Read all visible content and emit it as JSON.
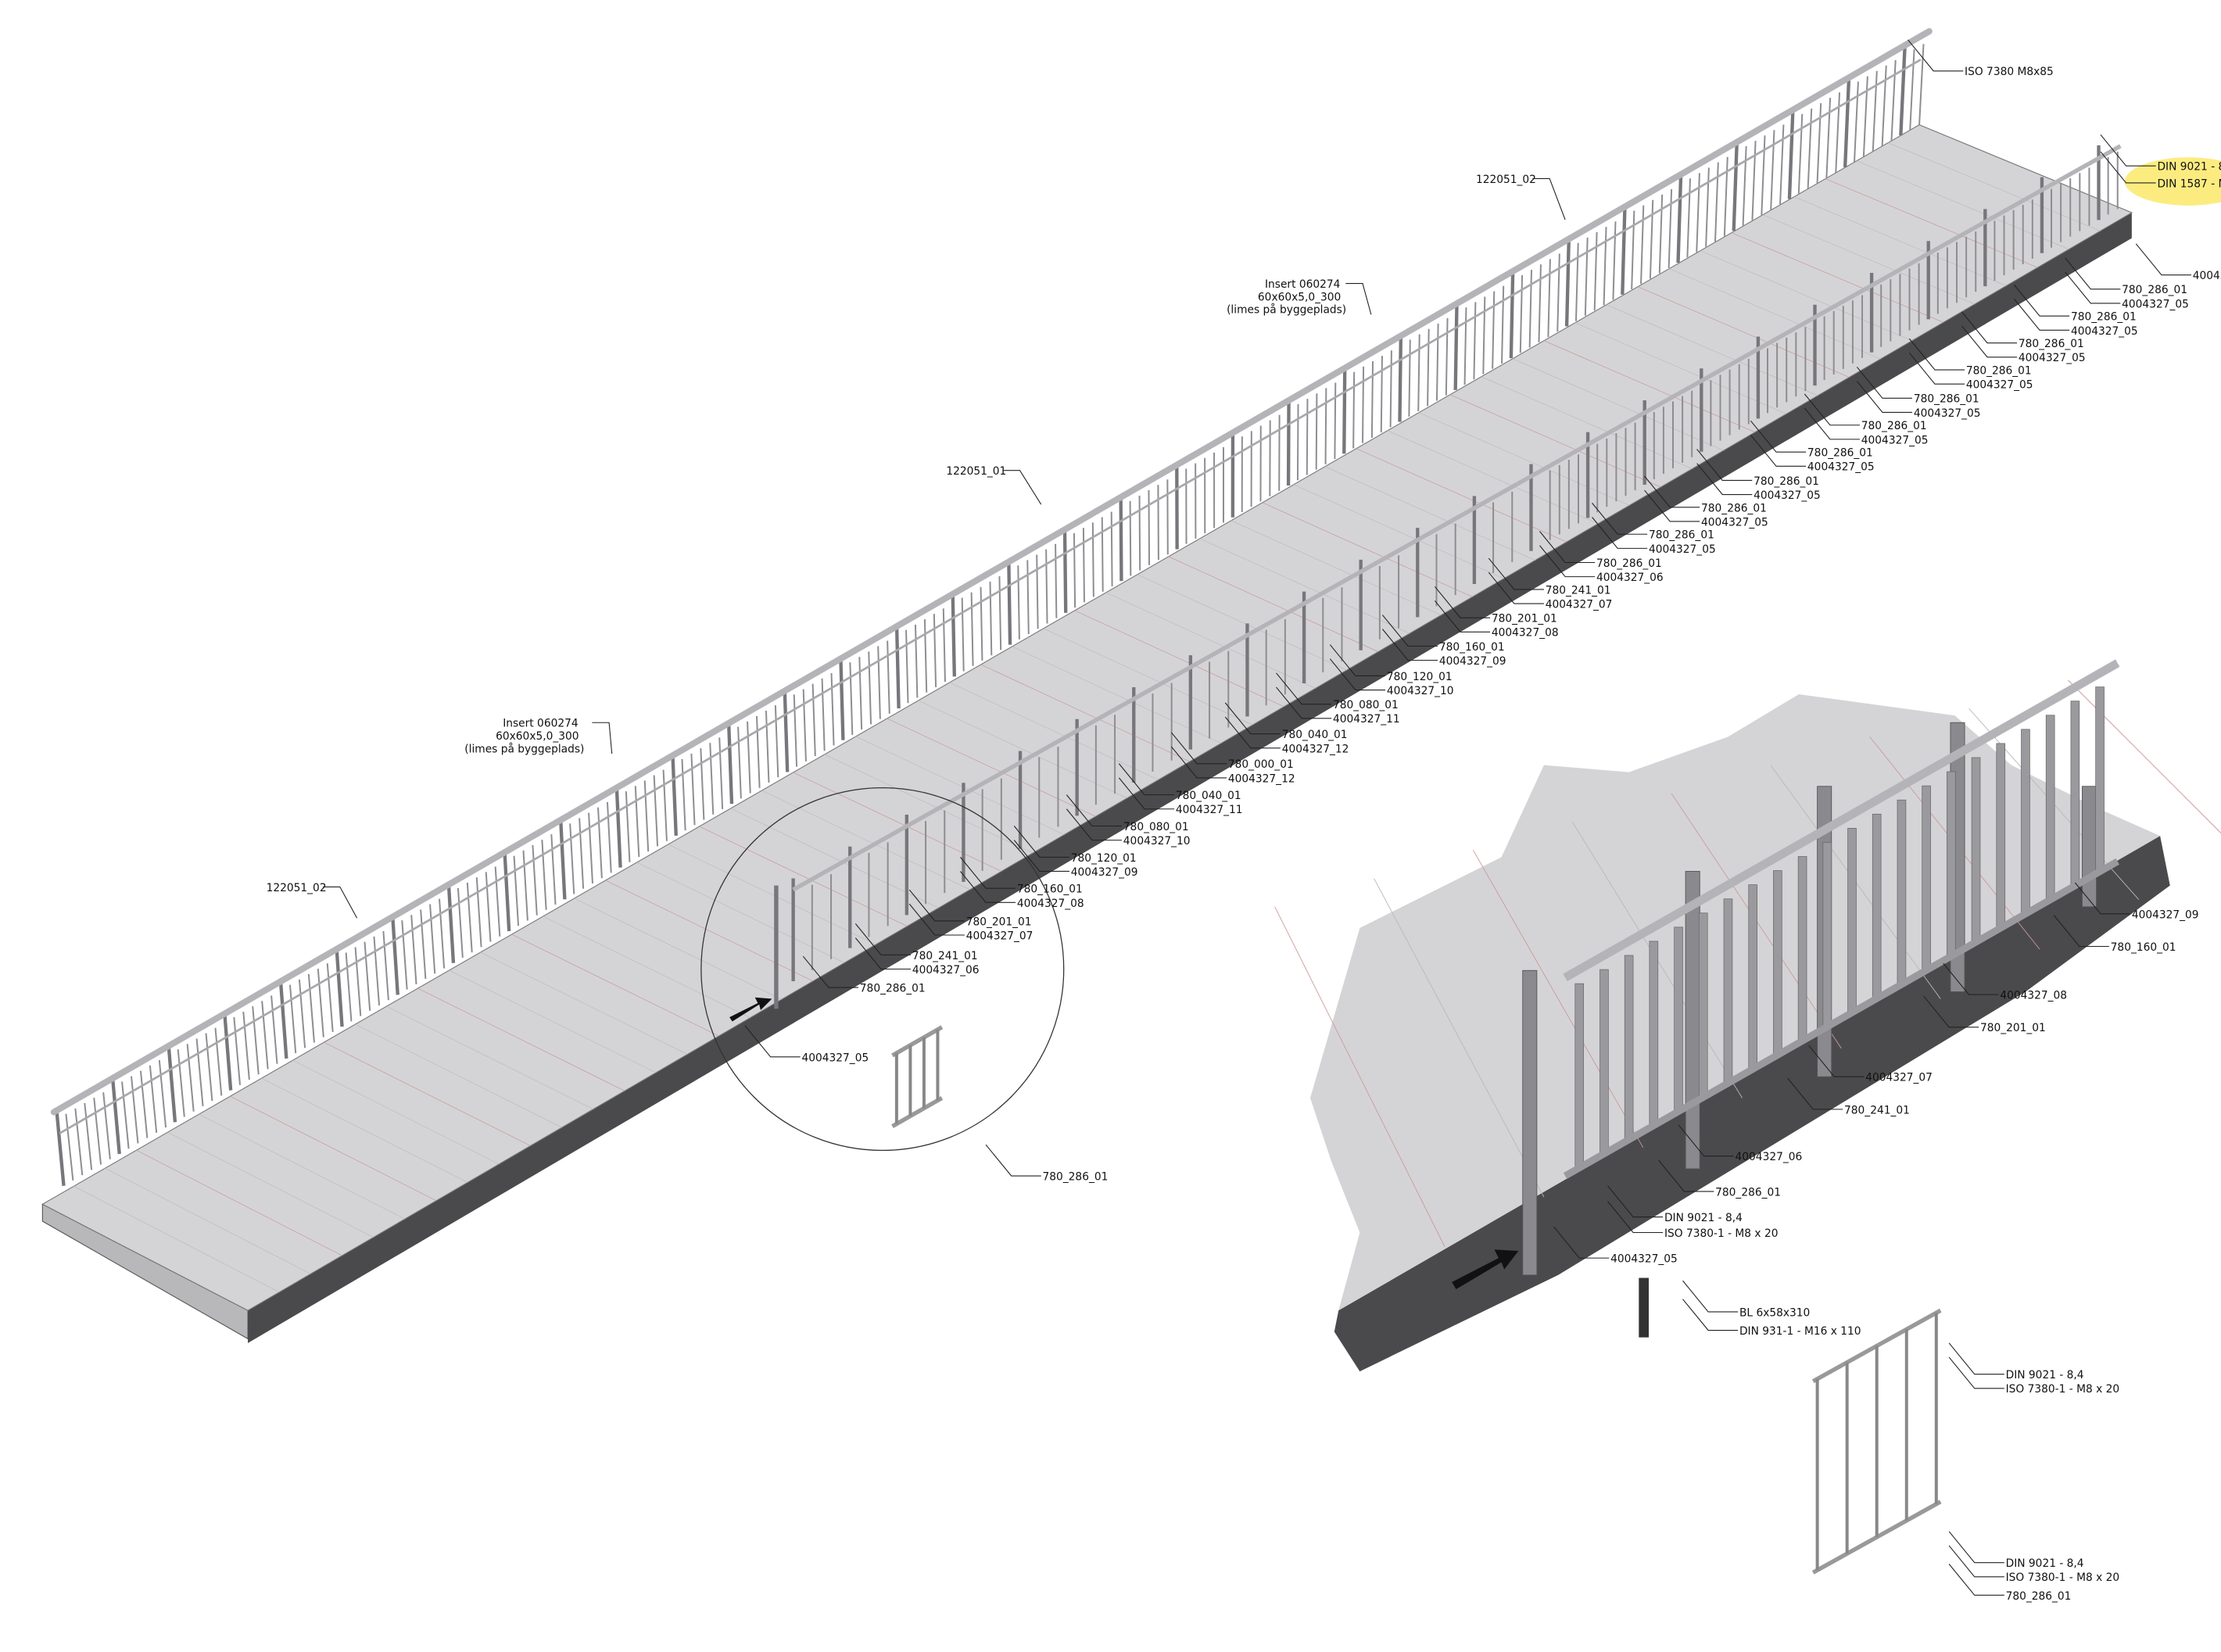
{
  "colors": {
    "deck": "#d4d4d6",
    "deck_side": "#4a4a4c",
    "rail": "#8e8e92",
    "handrail": "#b4b4b8",
    "highlight": "#fbe96a"
  },
  "main_view": {
    "labels": [
      "ISO 7380 M8x85",
      "DIN 9021 - 8,",
      "DIN 1587 - M",
      "40043",
      "122051_02",
      "Insert 060274",
      "60x60x5,0_300",
      "(limes på byggeplads)",
      "122051_01",
      "Insert 060274",
      "60x60x5,0_300",
      "(limes på byggeplads)",
      "122051_02",
      "780_286_01",
      "4004327_05",
      "780_286_01",
      "4004327_05",
      "780_286_01",
      "4004327_05",
      "780_286_01",
      "4004327_05",
      "780_286_01",
      "4004327_05",
      "780_286_01",
      "4004327_05",
      "780_286_01",
      "4004327_05",
      "780_286_01",
      "4004327_05",
      "780_286_01",
      "4004327_05",
      "780_286_01",
      "4004327_05",
      "780_286_01",
      "4004327_06",
      "780_241_01",
      "4004327_07",
      "780_201_01",
      "4004327_08",
      "780_160_01",
      "4004327_09",
      "780_120_01",
      "4004327_10",
      "780_080_01",
      "4004327_11",
      "780_040_01",
      "4004327_12",
      "780_000_01",
      "4004327_12",
      "780_040_01",
      "4004327_11",
      "780_080_01",
      "4004327_10",
      "780_120_01",
      "4004327_09",
      "780_160_01",
      "4004327_08",
      "780_201_01",
      "4004327_07",
      "780_241_01",
      "4004327_06",
      "780_286_01",
      "4004327_05",
      "780_286_01"
    ]
  },
  "detail_view": {
    "labels": [
      "4004327_09",
      "780_160_01",
      "4004327_08",
      "780_201_01",
      "4004327_07",
      "780_241_01",
      "4004327_06",
      "780_286_01",
      "DIN 9021 - 8,4",
      "ISO 7380-1 - M8 x 20",
      "4004327_05",
      "BL 6x58x310",
      "DIN 931-1 - M16 x 110",
      "DIN 9021 - 8,4",
      "ISO 7380-1 - M8 x 20",
      "DIN 9021 - 8,4",
      "ISO 7380-1 - M8 x 20",
      "780_286_01"
    ]
  }
}
